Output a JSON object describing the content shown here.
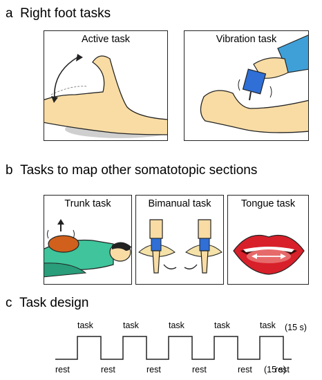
{
  "section_a": {
    "letter": "a",
    "title": "Right foot tasks"
  },
  "active_panel": {
    "label": "Active task"
  },
  "vibration_panel": {
    "label": "Vibration task"
  },
  "section_b": {
    "letter": "b",
    "title": "Tasks to map other somatotopic sections"
  },
  "trunk_panel": {
    "label": "Trunk task"
  },
  "bimanual_panel": {
    "label": "Bimanual task"
  },
  "tongue_panel": {
    "label": "Tongue task"
  },
  "section_c": {
    "letter": "c",
    "title": "Task design"
  },
  "design": {
    "task_label": "task",
    "rest_label": "rest",
    "task_duration": "(15 s)",
    "rest_duration": "(15 s)",
    "blocks": [
      "task",
      "task",
      "task",
      "task",
      "task"
    ]
  },
  "colors": {
    "skin": "#f8dca4",
    "shirt": "#3fc49b",
    "device": "#2f6fd6",
    "lips": "#d8202a",
    "pillow": "#d0601c"
  }
}
